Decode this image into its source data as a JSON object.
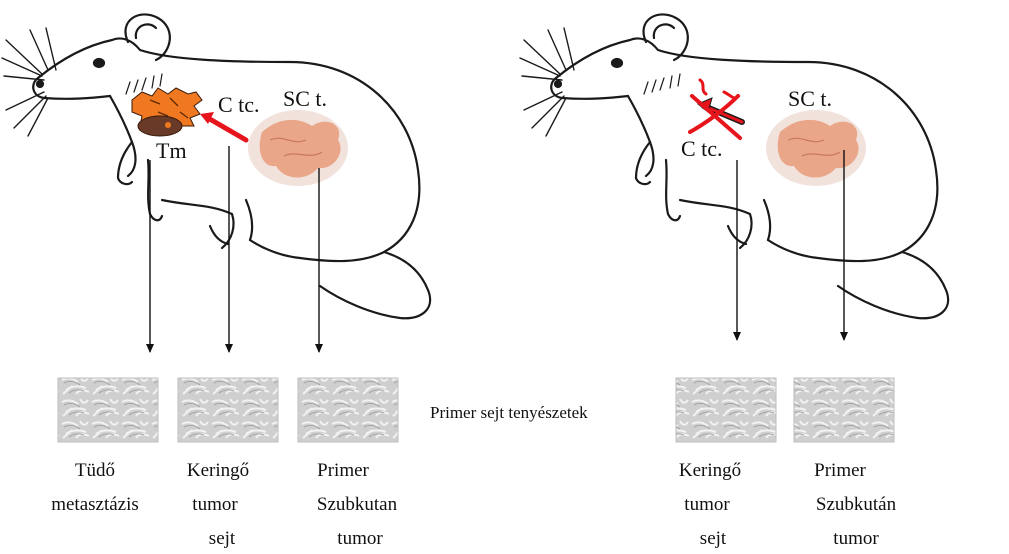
{
  "left_panel": {
    "labels": {
      "circulating": "C tc.",
      "subcutaneous": "SC t.",
      "metastasis": "Tm"
    },
    "captions": [
      [
        "Tüdő",
        "metasztázis"
      ],
      [
        "Keringő",
        "tumor",
        "sejt"
      ],
      [
        "Primer",
        "Szubkutan",
        "tumor"
      ]
    ]
  },
  "right_panel": {
    "labels": {
      "circulating": "C tc.",
      "subcutaneous": "SC t."
    },
    "captions": [
      [
        "Keringő",
        "tumor",
        "sejt"
      ],
      [
        "Primer",
        "Szubkután",
        "tumor"
      ]
    ]
  },
  "culture_label": "Primer sejt tenyészetek",
  "colors": {
    "outline": "#1a1a1a",
    "tumor_fill": "#e8a080",
    "metastasis_fill": "#f07820",
    "metastasis_dark": "#5a3020",
    "arrow_red": "#e8141c",
    "culture_bg": "#c9c9c9"
  }
}
